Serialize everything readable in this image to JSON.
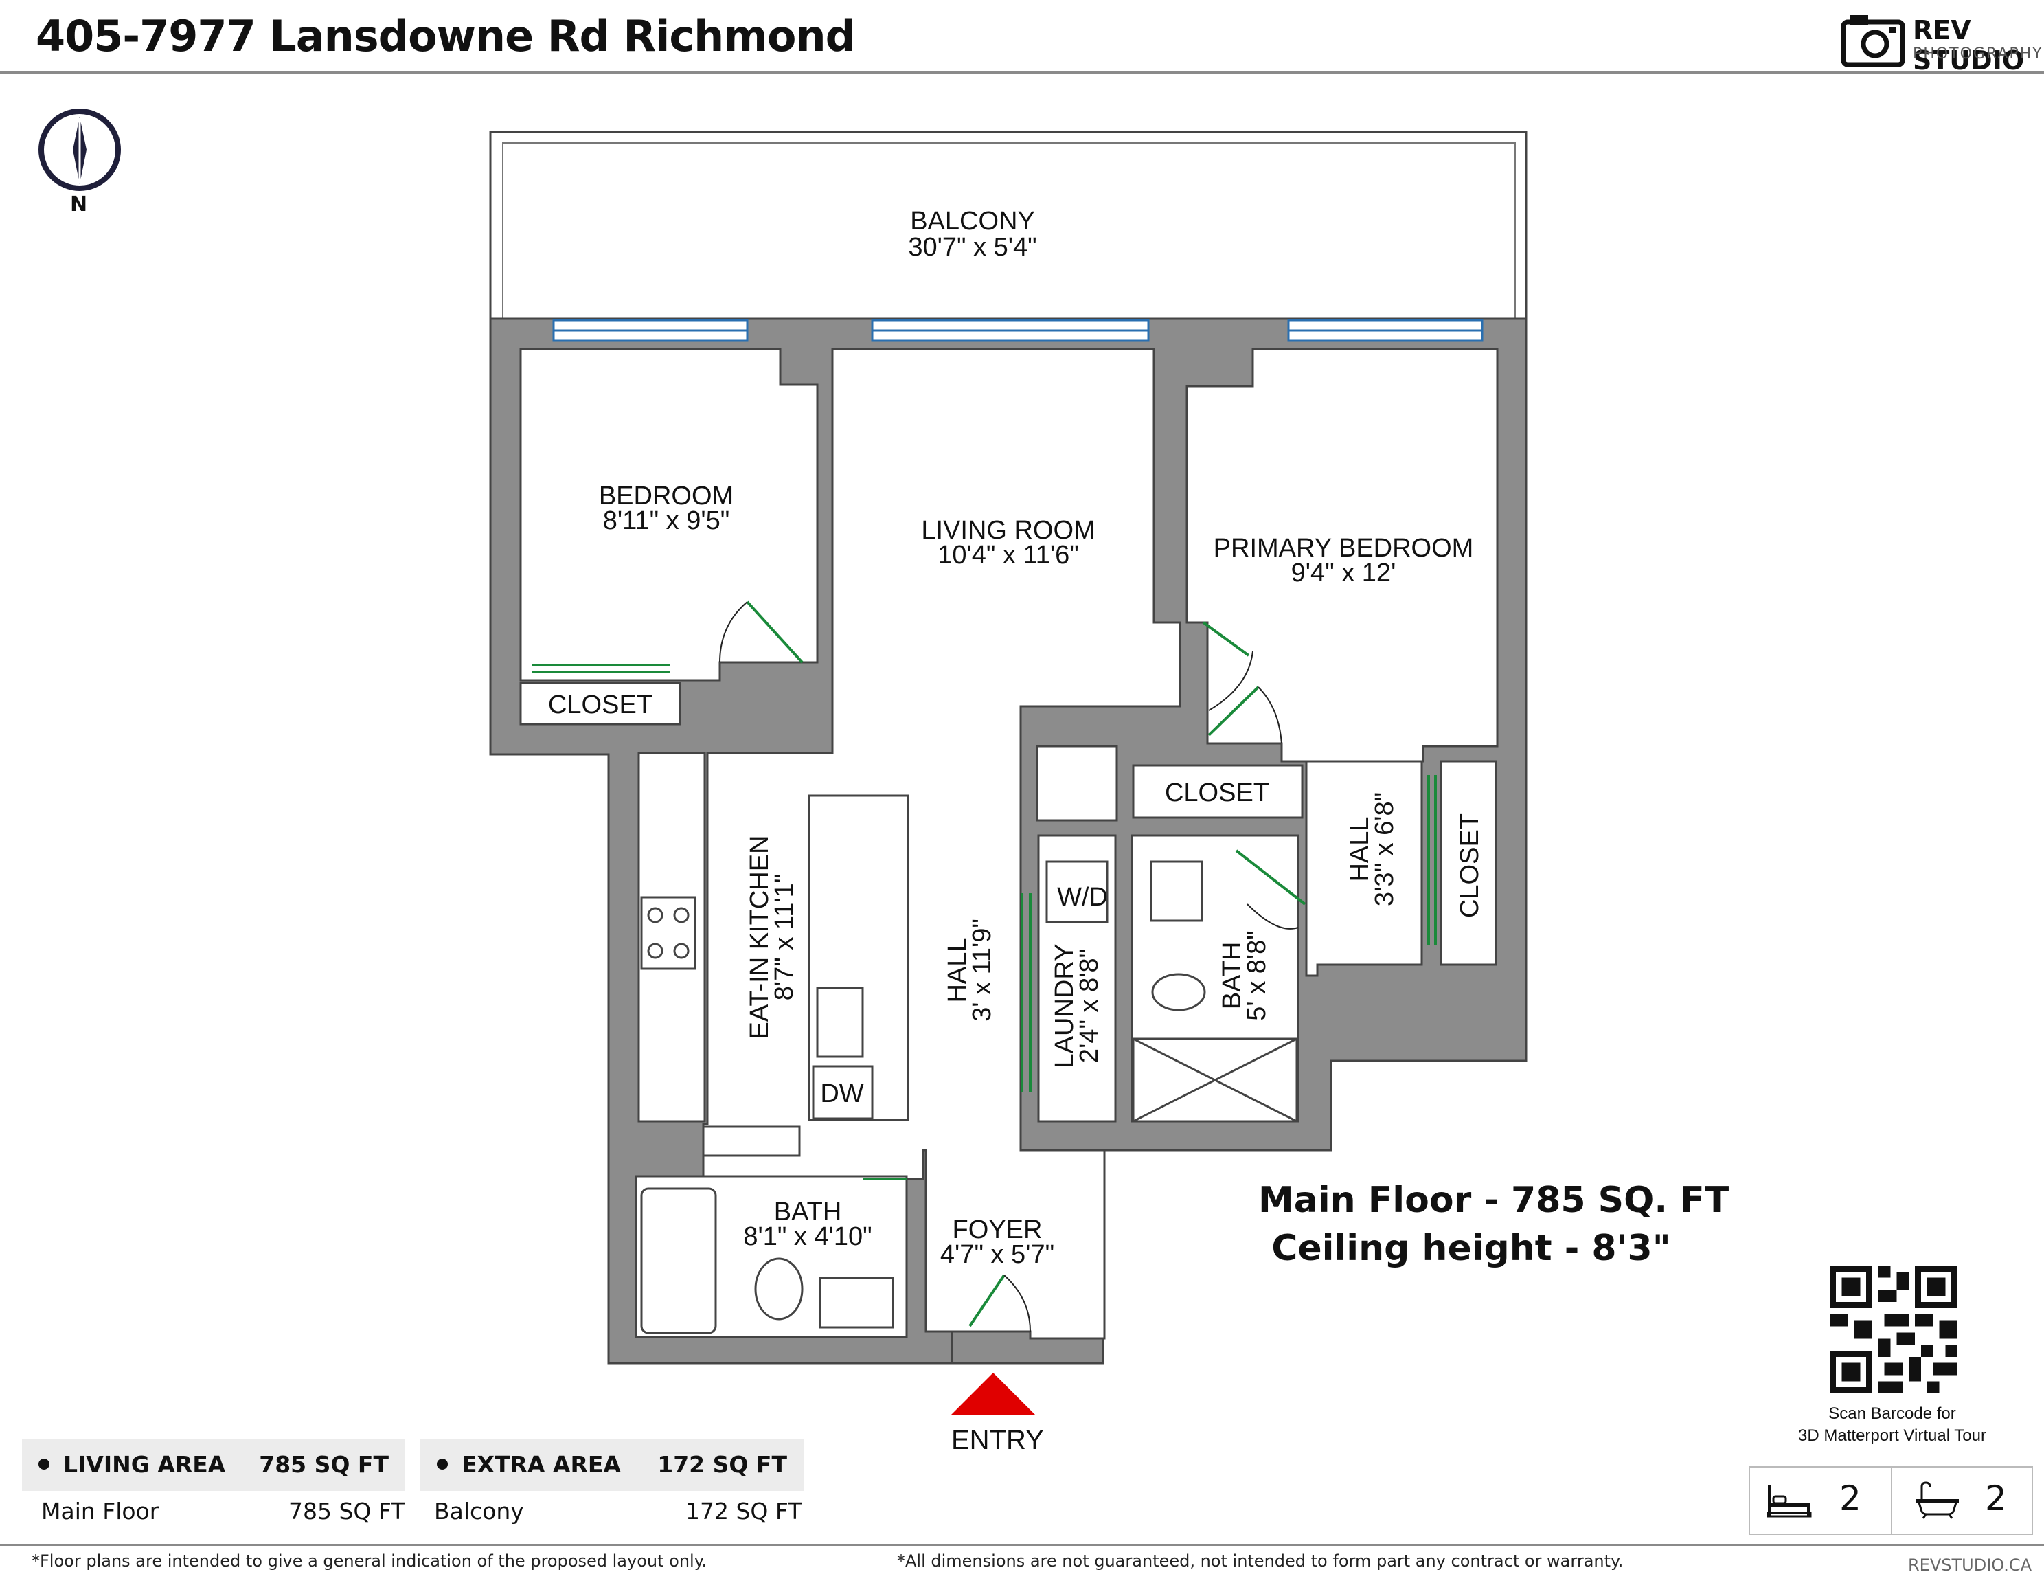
{
  "header": {
    "title": "405-7977 Lansdowne Rd Richmond",
    "logo_title": "REV STUDIO",
    "logo_subtitle": "PHOTOGRAPHY"
  },
  "compass": {
    "label": "N"
  },
  "rooms": {
    "balcony": {
      "name": "BALCONY",
      "dims": "30'7\" x 5'4\""
    },
    "bedroom": {
      "name": "BEDROOM",
      "dims": "8'11\" x 9'5\""
    },
    "living_room": {
      "name": "LIVING ROOM",
      "dims": "10'4\" x 11'6\""
    },
    "primary_bedroom": {
      "name": "PRIMARY BEDROOM",
      "dims": "9'4\" x 12'"
    },
    "closet_bedroom": {
      "name": "CLOSET"
    },
    "closet_center": {
      "name": "CLOSET"
    },
    "closet_right": {
      "name": "CLOSET"
    },
    "kitchen": {
      "name": "EAT-IN KITCHEN",
      "dims": "8'7\" x 11'1\""
    },
    "hall_main": {
      "name": "HALL",
      "dims": "3' x 11'9\""
    },
    "laundry": {
      "name": "LAUNDRY",
      "dims": "2'4\" x 8'8\""
    },
    "wd": {
      "name": "W/D"
    },
    "bath_ensuite": {
      "name": "BATH",
      "dims": "5' x 8'8\""
    },
    "hall_right": {
      "name": "HALL",
      "dims": "3'3\" x 6'8\""
    },
    "bath_main": {
      "name": "BATH",
      "dims": "8'1\" x 4'10\""
    },
    "foyer": {
      "name": "FOYER",
      "dims": "4'7\" x 5'7\""
    },
    "dw": {
      "name": "DW"
    }
  },
  "entry": {
    "label": "ENTRY",
    "marker_color": "#e00000"
  },
  "summary": {
    "line1": "Main Floor - 785 SQ. FT",
    "line2": "Ceiling height - 8'3\""
  },
  "living_area": {
    "label": "LIVING AREA",
    "total": "785 SQ FT",
    "row_label": "Main Floor",
    "row_value": "785 SQ FT"
  },
  "extra_area": {
    "label": "EXTRA AREA",
    "total": "172 SQ FT",
    "row_label": "Balcony",
    "row_value": "172 SQ FT"
  },
  "qr": {
    "caption_1": "Scan Barcode for",
    "caption_2": "3D Matterport Virtual Tour"
  },
  "counts": {
    "bedrooms": "2",
    "bathrooms": "2",
    "bed_icon": "bed-icon",
    "bath_icon": "bathtub-icon"
  },
  "footer": {
    "note_left": "*Floor plans are intended to give a general indication of the proposed layout only.",
    "note_right": "*All dimensions are not guaranteed, not intended to form part any contract or warranty.",
    "url": "REVSTUDIO.CA"
  },
  "colors": {
    "wall": "#8c8c8c",
    "window": "#2a6fb0",
    "door": "#1a8a3a",
    "marker": "#a0a0a0"
  }
}
